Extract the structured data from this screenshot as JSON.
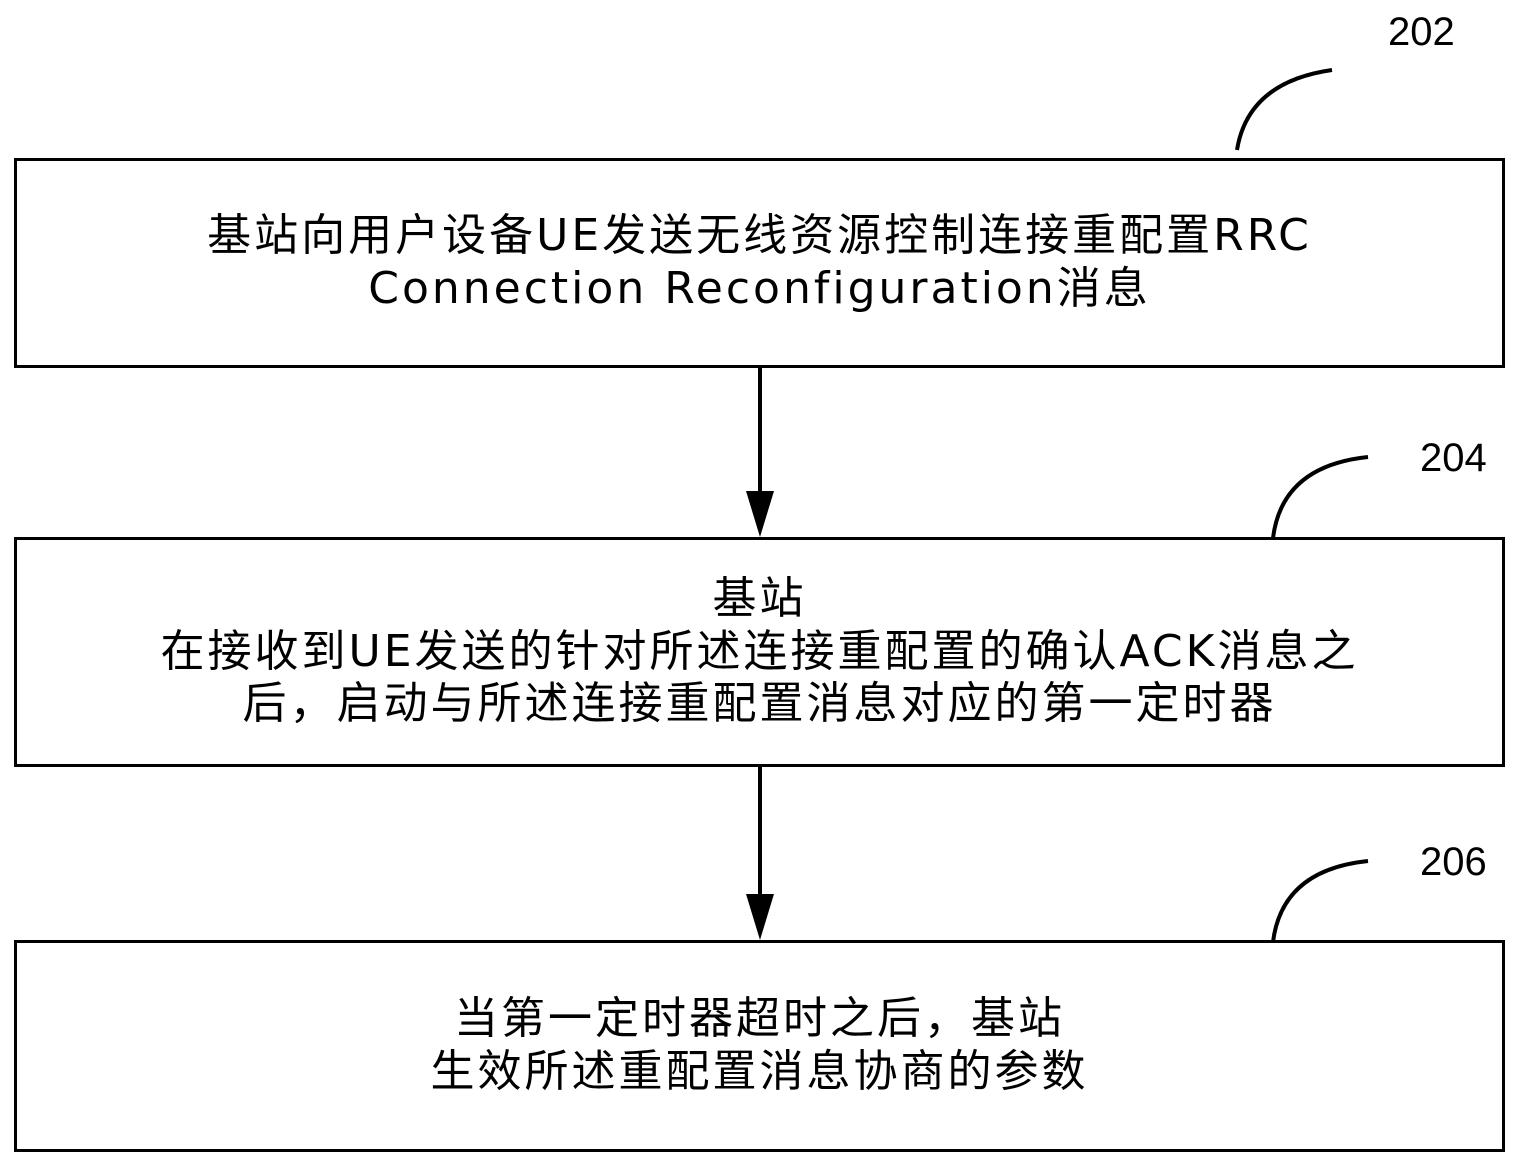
{
  "steps": [
    {
      "id": "202",
      "lines": [
        "基站向用户设备UE发送无线资源控制连接重配置RRC",
        "Connection Reconfiguration消息"
      ]
    },
    {
      "id": "204",
      "lines": [
        "基站",
        "在接收到UE发送的针对所述连接重配置的确认ACK消息之",
        "后，启动与所述连接重配置消息对应的第一定时器"
      ]
    },
    {
      "id": "206",
      "lines": [
        "当第一定时器超时之后，基站",
        "生效所述重配置消息协商的参数"
      ]
    }
  ],
  "colors": {
    "stroke": "#000000",
    "background": "#ffffff"
  }
}
